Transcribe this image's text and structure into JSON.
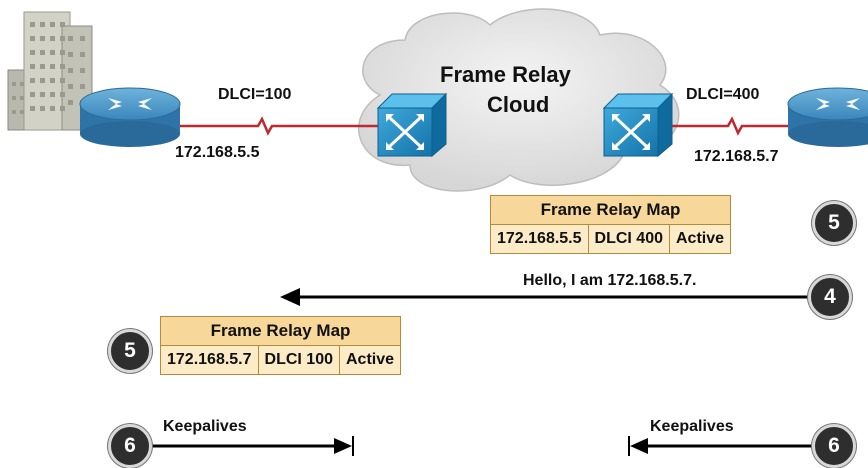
{
  "cloud": {
    "line1": "Frame Relay",
    "line2": "Cloud"
  },
  "left_router": {
    "dlci": "DLCI=100",
    "ip": "172.168.5.5"
  },
  "right_router": {
    "dlci": "DLCI=400",
    "ip": "172.168.5.7"
  },
  "map_right": {
    "title": "Frame Relay Map",
    "ip": "172.168.5.5",
    "dlci": "DLCI 400",
    "status": "Active",
    "step": "5"
  },
  "hello": {
    "text": "Hello, I am 172.168.5.7.",
    "step": "4"
  },
  "map_left": {
    "title": "Frame Relay Map",
    "ip": "172.168.5.7",
    "dlci": "DLCI 100",
    "status": "Active",
    "step": "5"
  },
  "keepalive_left": {
    "text": "Keepalives",
    "step": "6"
  },
  "keepalive_right": {
    "text": "Keepalives",
    "step": "6"
  },
  "colors": {
    "router": "#3f8fc1",
    "switch": "#1f8fc7",
    "link": "#c0282d",
    "map_header": "#f7d79a",
    "map_body": "#fcebc7"
  }
}
